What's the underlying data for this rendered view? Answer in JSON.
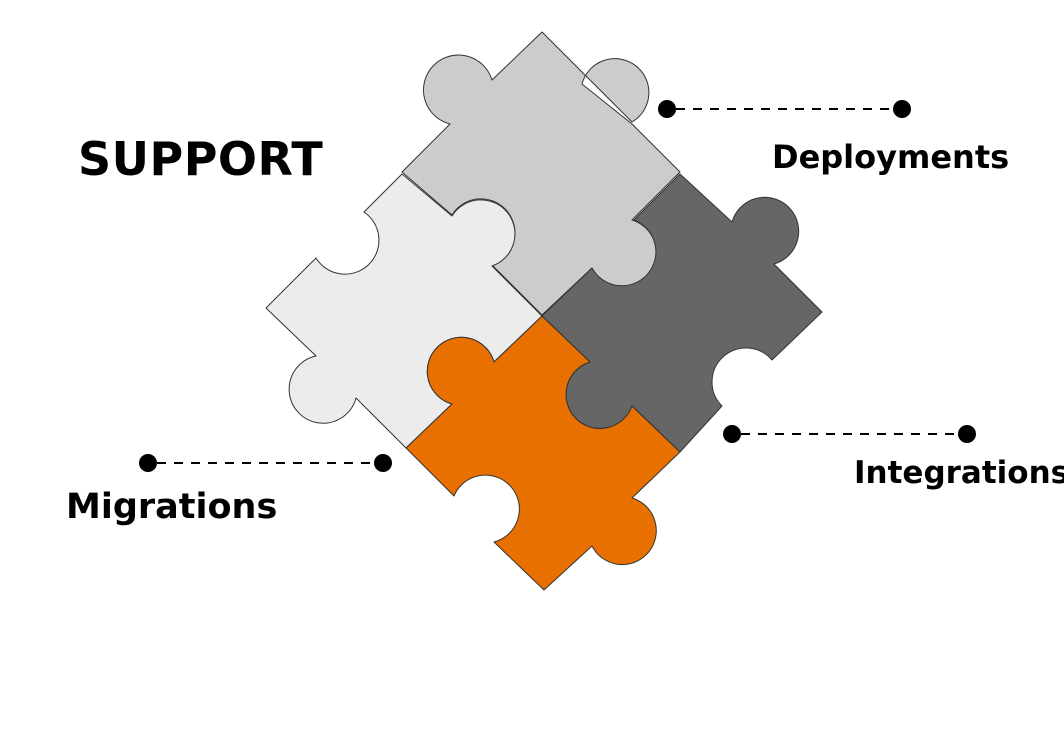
{
  "diagram": {
    "title": "SUPPORT",
    "labels": {
      "deployments": "Deployments",
      "integrations": "Integrations",
      "migrations": "Migrations"
    },
    "colors": {
      "top_piece": "#cccccc",
      "left_piece": "#ececec",
      "right_piece": "#666666",
      "bottom_piece": "#e87000",
      "outline": "#333333",
      "text": "#000000"
    }
  }
}
